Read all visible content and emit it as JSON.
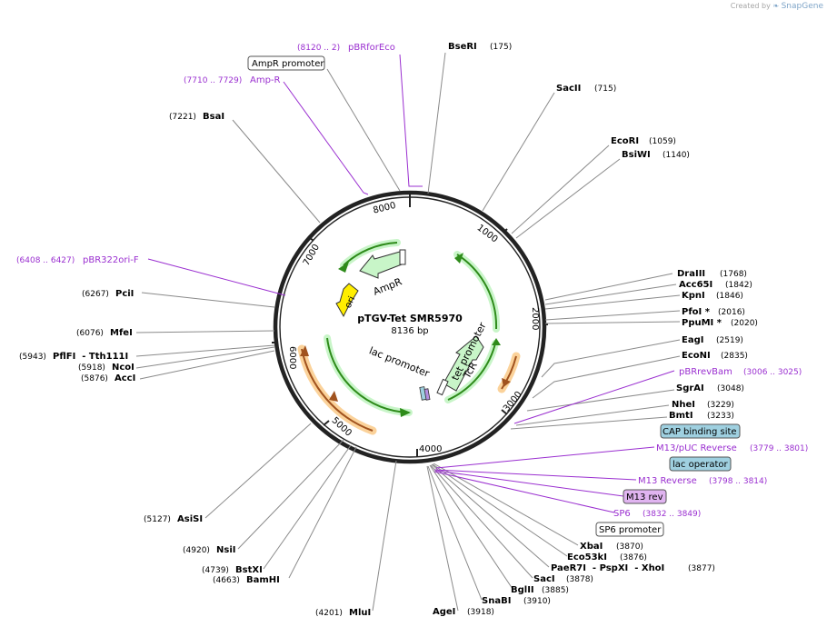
{
  "credit": {
    "prefix": "Created by",
    "brand": "SnapGene"
  },
  "plasmid": {
    "name": "pTGV-Tet SMR5970",
    "length_label": "8136 bp",
    "length": 8136
  },
  "ticks": [
    "1000",
    "2000",
    "3000",
    "4000",
    "5000",
    "6000",
    "7000",
    "8000"
  ],
  "enzymes": [
    {
      "name": "BseRI",
      "pos": "(175)"
    },
    {
      "name": "SacII",
      "pos": "(715)"
    },
    {
      "name": "EcoRI",
      "pos": "(1059)"
    },
    {
      "name": "BsiWI",
      "pos": "(1140)"
    },
    {
      "name": "DraIII",
      "pos": "(1768)"
    },
    {
      "name": "Acc65I",
      "pos": "(1842)"
    },
    {
      "name": "KpnI",
      "pos": "(1846)"
    },
    {
      "name": "PfoI *",
      "pos": "(2016)"
    },
    {
      "name": "PpuMI *",
      "pos": "(2020)"
    },
    {
      "name": "EagI",
      "pos": "(2519)"
    },
    {
      "name": "EcoNI",
      "pos": "(2835)"
    },
    {
      "name": "SgrAI",
      "pos": "(3048)"
    },
    {
      "name": "NheI",
      "pos": "(3229)"
    },
    {
      "name": "BmtI",
      "pos": "(3233)"
    },
    {
      "name": "XbaI",
      "pos": "(3870)"
    },
    {
      "name": "Eco53kI",
      "pos": "(3876)"
    },
    {
      "name": "PaeR7I  - PspXI  - XhoI",
      "pos": "(3877)"
    },
    {
      "name": "SacI",
      "pos": "(3878)"
    },
    {
      "name": "BglII",
      "pos": "(3885)"
    },
    {
      "name": "SnaBI",
      "pos": "(3910)"
    },
    {
      "name": "AgeI",
      "pos": "(3918)"
    },
    {
      "name": "MluI",
      "pos": "(4201)"
    },
    {
      "name": "BamHI",
      "pos": "(4663)"
    },
    {
      "name": "BstXI",
      "pos": "(4739)"
    },
    {
      "name": "NsiI",
      "pos": "(4920)"
    },
    {
      "name": "AsiSI",
      "pos": "(5127)"
    },
    {
      "name": "AccI",
      "pos": "(5876)"
    },
    {
      "name": "NcoI",
      "pos": "(5918)"
    },
    {
      "name": "PflFI  - Tth111I",
      "pos": "(5943)"
    },
    {
      "name": "MfeI",
      "pos": "(6076)"
    },
    {
      "name": "PciI",
      "pos": "(6267)"
    },
    {
      "name": "BsaI",
      "pos": "(7221)"
    }
  ],
  "primers": [
    {
      "name": "pBRforEco",
      "pos": "(8120 .. 2)"
    },
    {
      "name": "Amp-R",
      "pos": "(7710 .. 7729)"
    },
    {
      "name": "pBR322ori-F",
      "pos": "(6408 .. 6427)"
    },
    {
      "name": "pBRrevBam",
      "pos": "(3006 .. 3025)"
    },
    {
      "name": "M13/pUC Reverse",
      "pos": "(3779 .. 3801)"
    },
    {
      "name": "M13 Reverse",
      "pos": "(3798 .. 3814)"
    },
    {
      "name": "SP6",
      "pos": "(3832 .. 3849)"
    }
  ],
  "boxed_features": [
    {
      "name": "AmpR promoter"
    },
    {
      "name": "CAP binding site"
    },
    {
      "name": "lac operator"
    },
    {
      "name": "M13 rev"
    },
    {
      "name": "SP6 promoter"
    }
  ],
  "inner_features": [
    {
      "name": "AmpR"
    },
    {
      "name": "ori"
    },
    {
      "name": "tet promoter"
    },
    {
      "name": "TcR"
    },
    {
      "name": "lac promoter"
    }
  ],
  "colors": {
    "backbone": "#222222",
    "enzyme_line": "#8a8a8a",
    "primer": "#9a2fd0",
    "cds": "#c8f5c8",
    "cds_arrow": "#2e8b1a",
    "orange_arrow": "#a0521e",
    "orange_glow": "#fbd29a",
    "ori": "#ffee00",
    "cap_box": "#9fd0e0",
    "m13_box": "#e0b4f0"
  }
}
